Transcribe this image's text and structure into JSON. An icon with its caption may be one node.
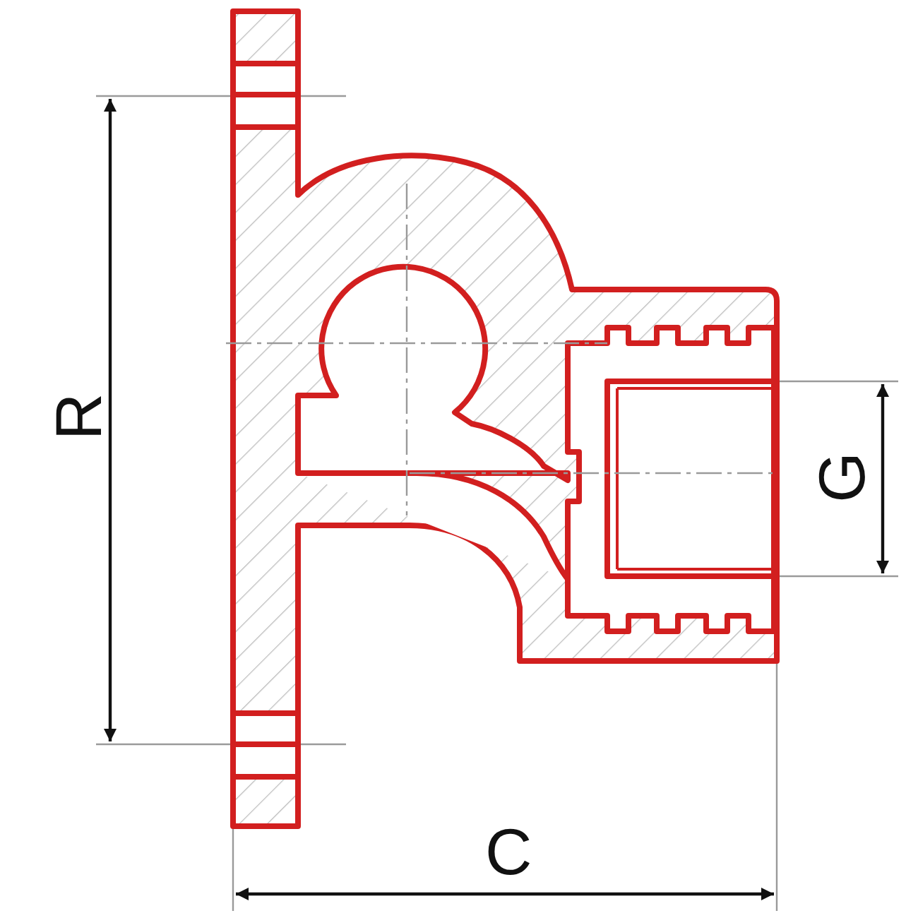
{
  "diagram": {
    "labels": [
      "R",
      "G",
      "C"
    ]
  }
}
